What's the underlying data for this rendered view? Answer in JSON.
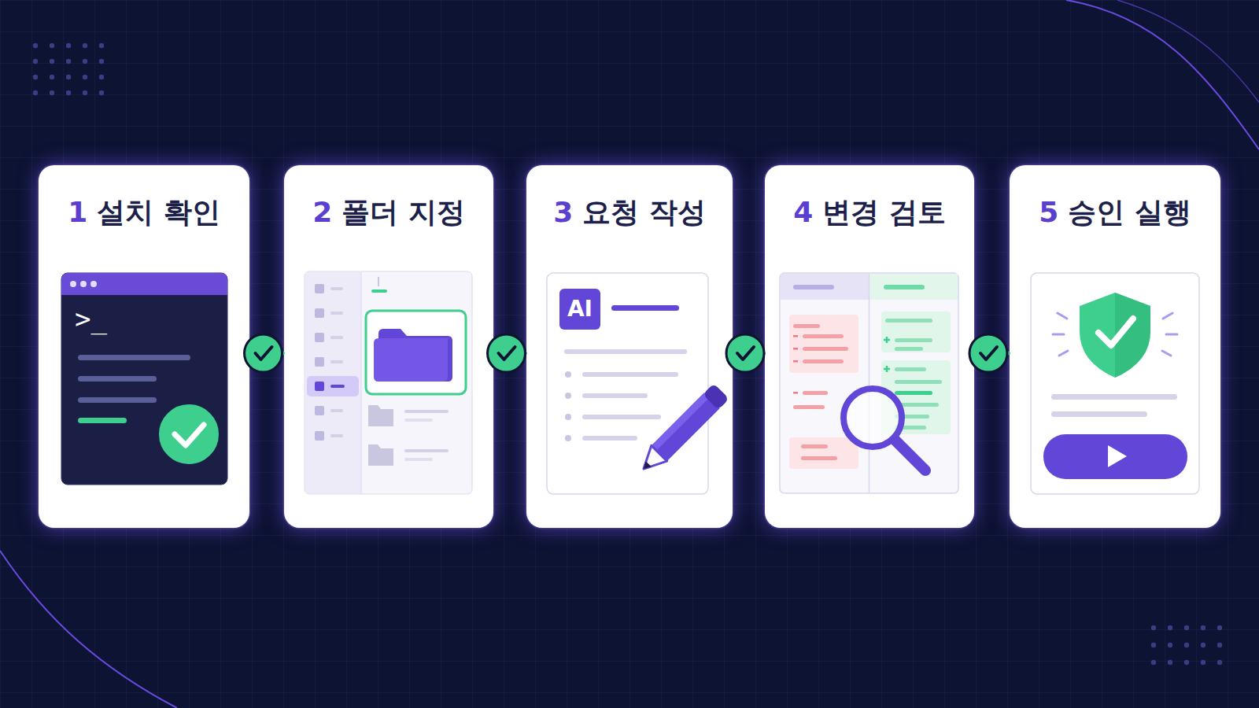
{
  "diagram": {
    "nodes": [
      {
        "text": [
          "1",
          "설치 확인"
        ]
      },
      {
        "text": [
          "2",
          "폴더 지정"
        ]
      },
      {
        "text": [
          "3",
          "요청 작성"
        ]
      },
      {
        "text": [
          "4",
          "변경 검토"
        ]
      },
      {
        "text": [
          "5",
          "승인 실행"
        ]
      }
    ],
    "edges": [
      {
        "from": 0,
        "to": 1,
        "arrow": "to"
      },
      {
        "from": 1,
        "to": 2,
        "arrow": "to"
      },
      {
        "from": 2,
        "to": 3,
        "arrow": "to"
      },
      {
        "from": 3,
        "to": 4,
        "arrow": "to"
      }
    ],
    "labels": [
      ">_",
      "AI"
    ]
  }
}
